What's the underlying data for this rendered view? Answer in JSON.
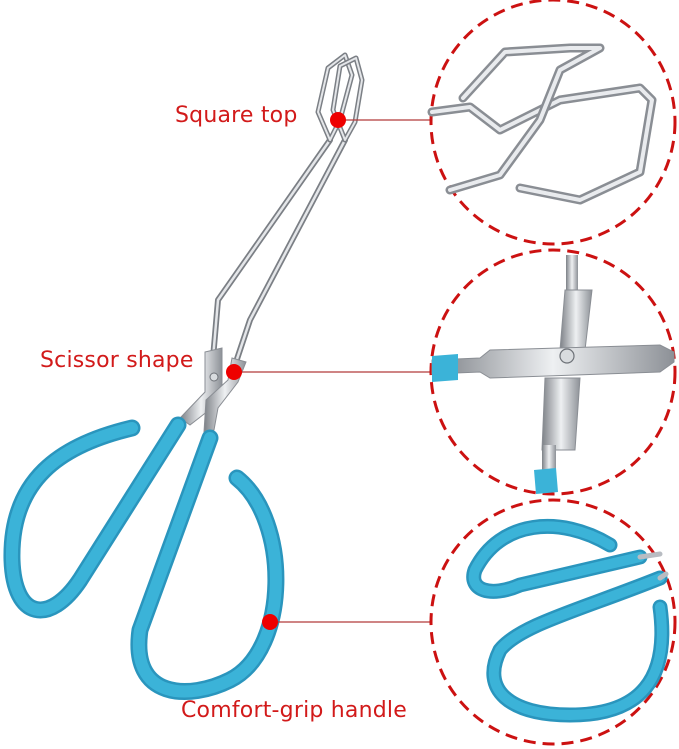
{
  "image": {
    "subject": "Scissor-style serving tongs with blue handles",
    "colors": {
      "background": "#ffffff",
      "label_red": "#d21a1a",
      "callout_dot": "#ee0000",
      "dashed_circle": "#cc1111",
      "handle_blue": "#38b0d6",
      "steel": "#b8bcc2"
    }
  },
  "callouts": [
    {
      "id": "square-top",
      "label": "Square top"
    },
    {
      "id": "scissor-shape",
      "label": "Scissor shape"
    },
    {
      "id": "comfort-grip",
      "label": "Comfort-grip handle"
    }
  ],
  "detail_circles": [
    {
      "id": "detail-square-top",
      "depicts": "hexagonal wire grabber tips"
    },
    {
      "id": "detail-scissor-pivot",
      "depicts": "riveted pivot joint"
    },
    {
      "id": "detail-grip-handle",
      "depicts": "blue coated looped handles"
    }
  ]
}
